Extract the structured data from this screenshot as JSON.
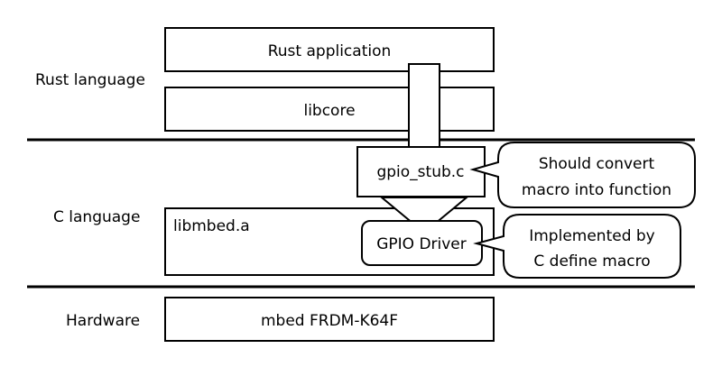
{
  "layers": {
    "rust": "Rust language",
    "c": "C language",
    "hardware": "Hardware"
  },
  "boxes": {
    "rust_application": "Rust application",
    "libcore": "libcore",
    "gpio_stub": "gpio_stub.c",
    "libmbed": "libmbed.a",
    "gpio_driver": "GPIO Driver",
    "board": "mbed FRDM-K64F"
  },
  "callouts": {
    "stub_note": [
      "Should convert",
      "macro into function"
    ],
    "driver_note": [
      "Implemented by",
      "C define macro"
    ]
  }
}
